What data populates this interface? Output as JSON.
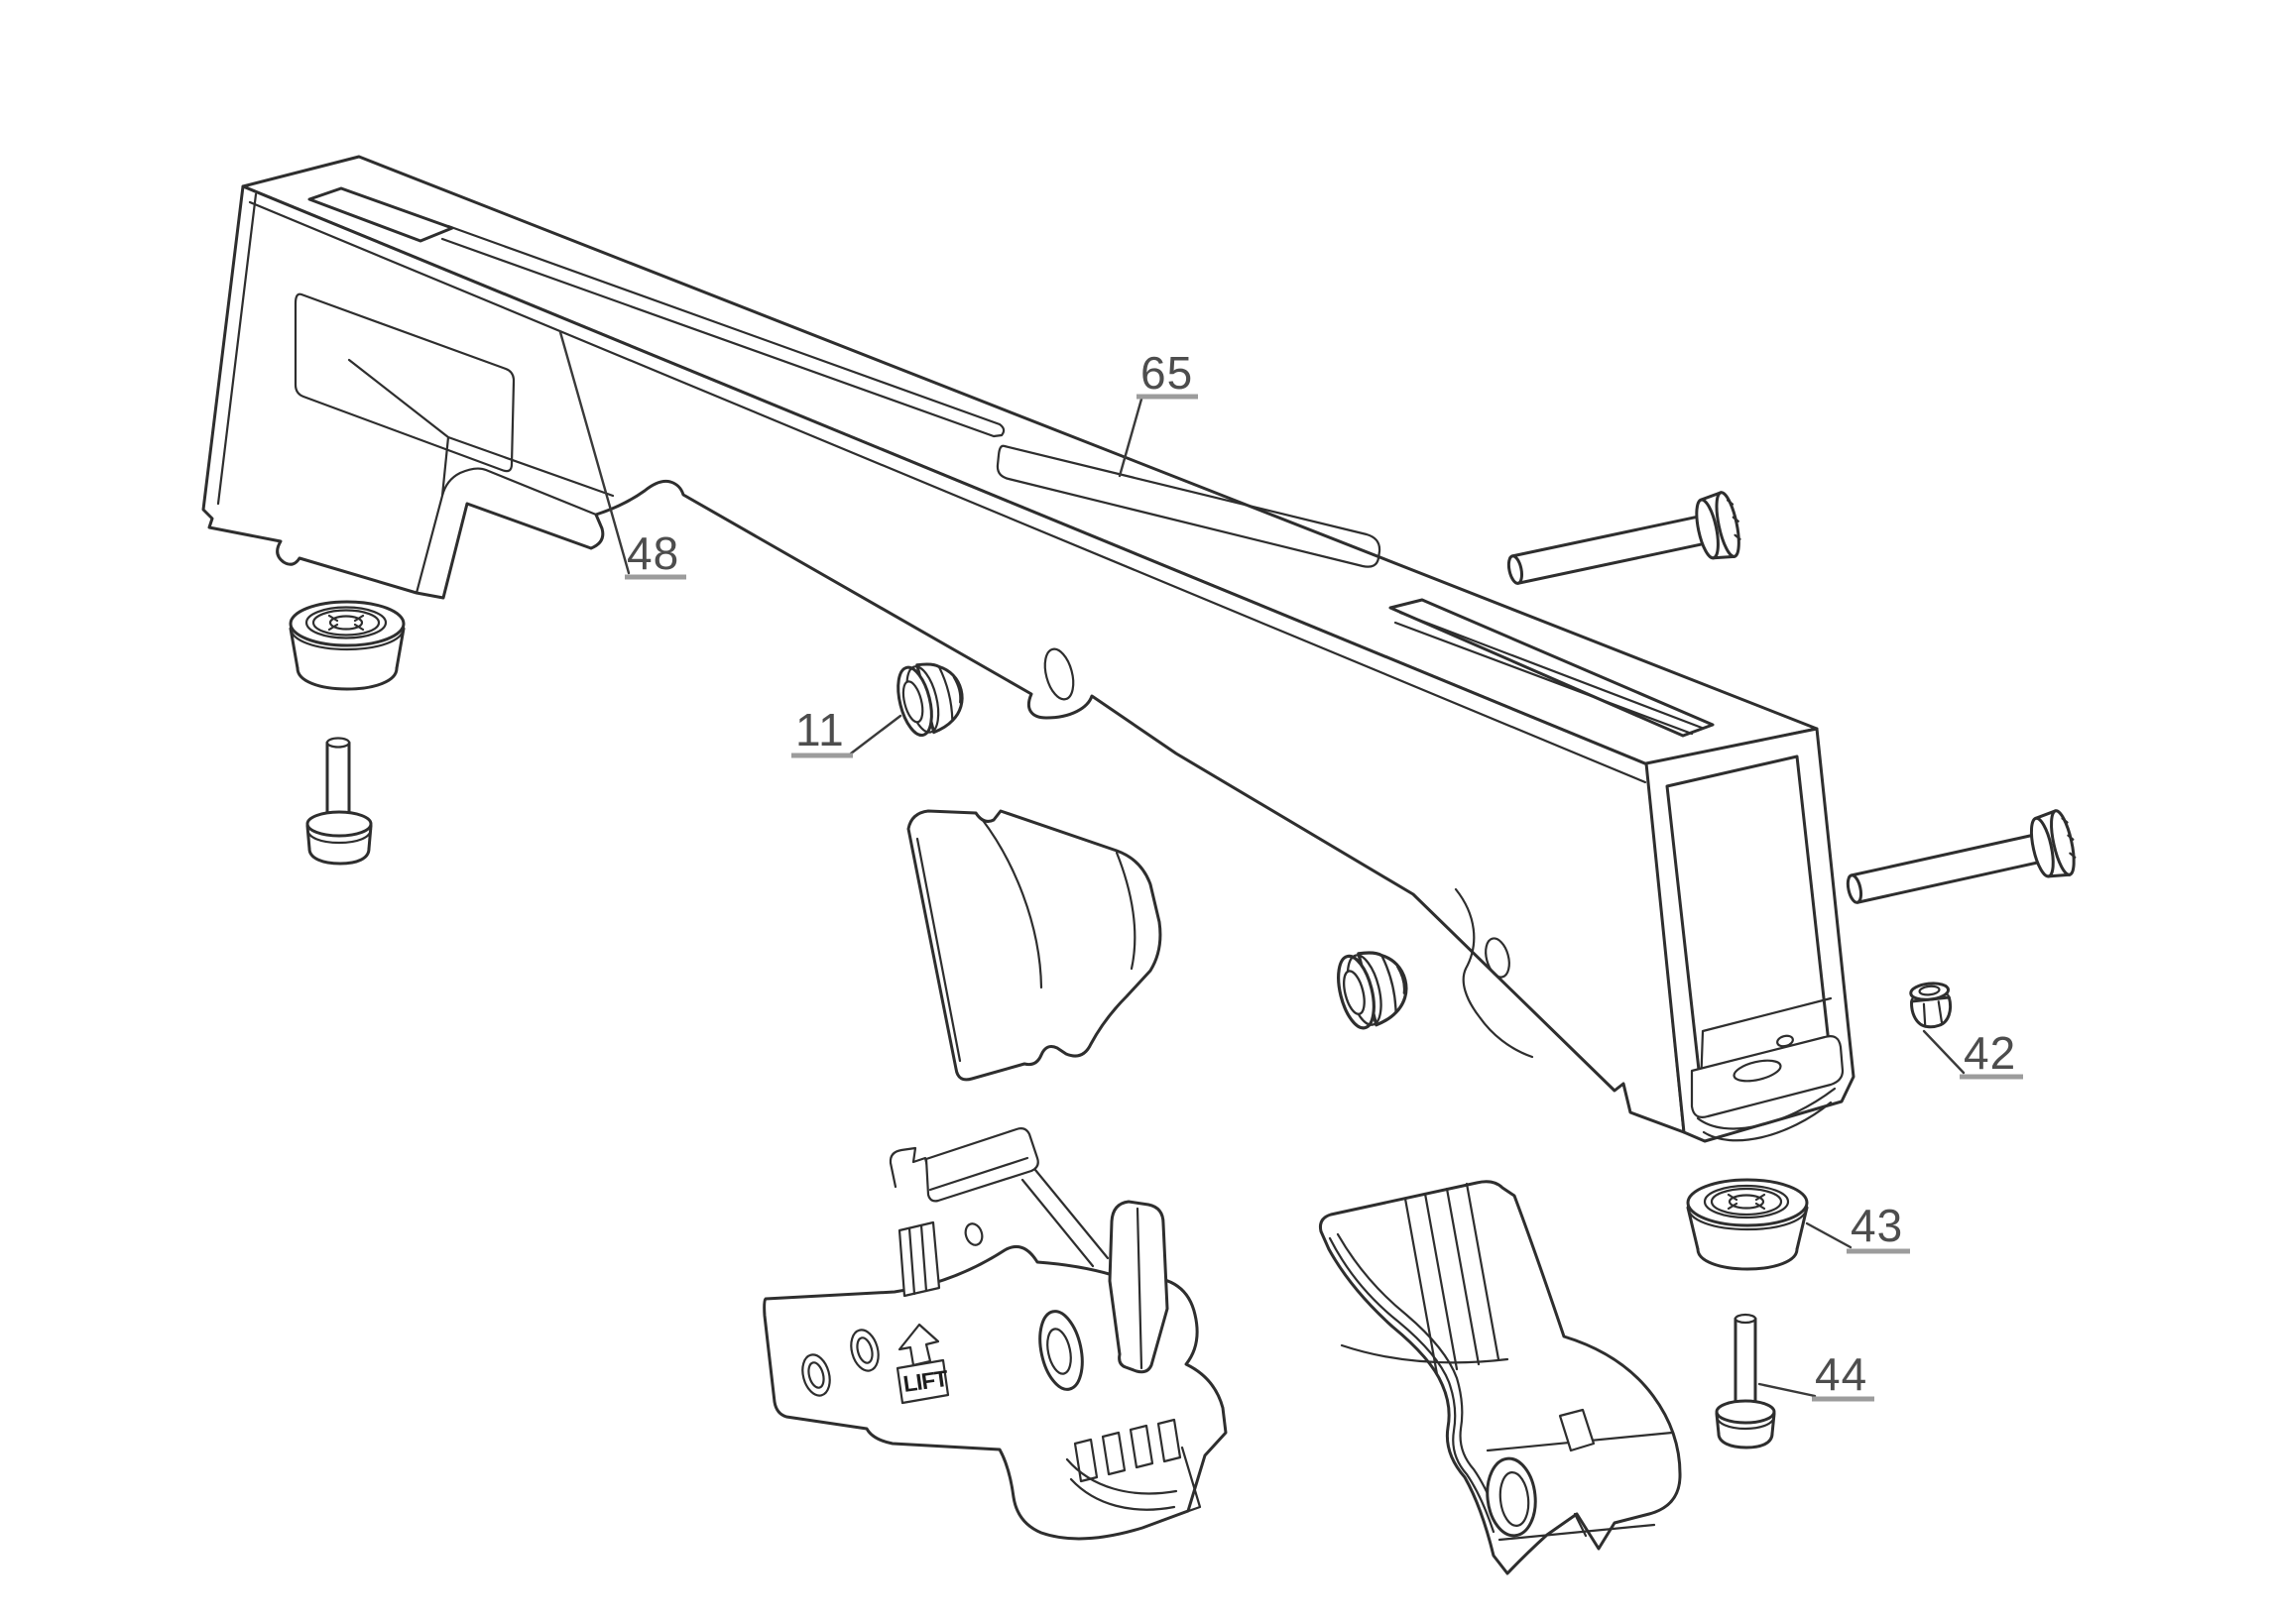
{
  "page": {
    "type": "exploded-parts-diagram",
    "background": "#ffffff"
  },
  "styles": {
    "line_color": "#2e2e2e",
    "label_color": "#4d4d4d",
    "leader_color": "#3a3a3a",
    "underline_color": "#9c9c9c"
  },
  "callouts": [
    {
      "text": "65",
      "target": "slot-cover-panel"
    },
    {
      "text": "48",
      "target": "warning-label-panel"
    },
    {
      "text": "11",
      "target": "lock-nut-left"
    },
    {
      "text": "42",
      "target": "lock-nut-small"
    },
    {
      "text": "43",
      "target": "rubber-bumper-right"
    },
    {
      "text": "44",
      "target": "pan-head-screw-right"
    }
  ],
  "markings": {
    "lift_text": "LIFT"
  },
  "parts": [
    {
      "name": "rail-bracket-body"
    },
    {
      "name": "warning-label-panel",
      "callout": "48"
    },
    {
      "name": "slot-cover-panel",
      "callout": "65"
    },
    {
      "name": "lock-nut-left",
      "callout": "11"
    },
    {
      "name": "lock-nut-middle"
    },
    {
      "name": "lock-nut-small",
      "callout": "42"
    },
    {
      "name": "rubber-bumper-left"
    },
    {
      "name": "rubber-bumper-right",
      "callout": "43"
    },
    {
      "name": "pan-head-screw-left"
    },
    {
      "name": "pan-head-screw-right",
      "callout": "44"
    },
    {
      "name": "clevis-pin-upper"
    },
    {
      "name": "clevis-pin-lower"
    },
    {
      "name": "wire-guard-bracket"
    },
    {
      "name": "latch-lever-assembly"
    },
    {
      "name": "clamp-pawl-assembly"
    }
  ]
}
